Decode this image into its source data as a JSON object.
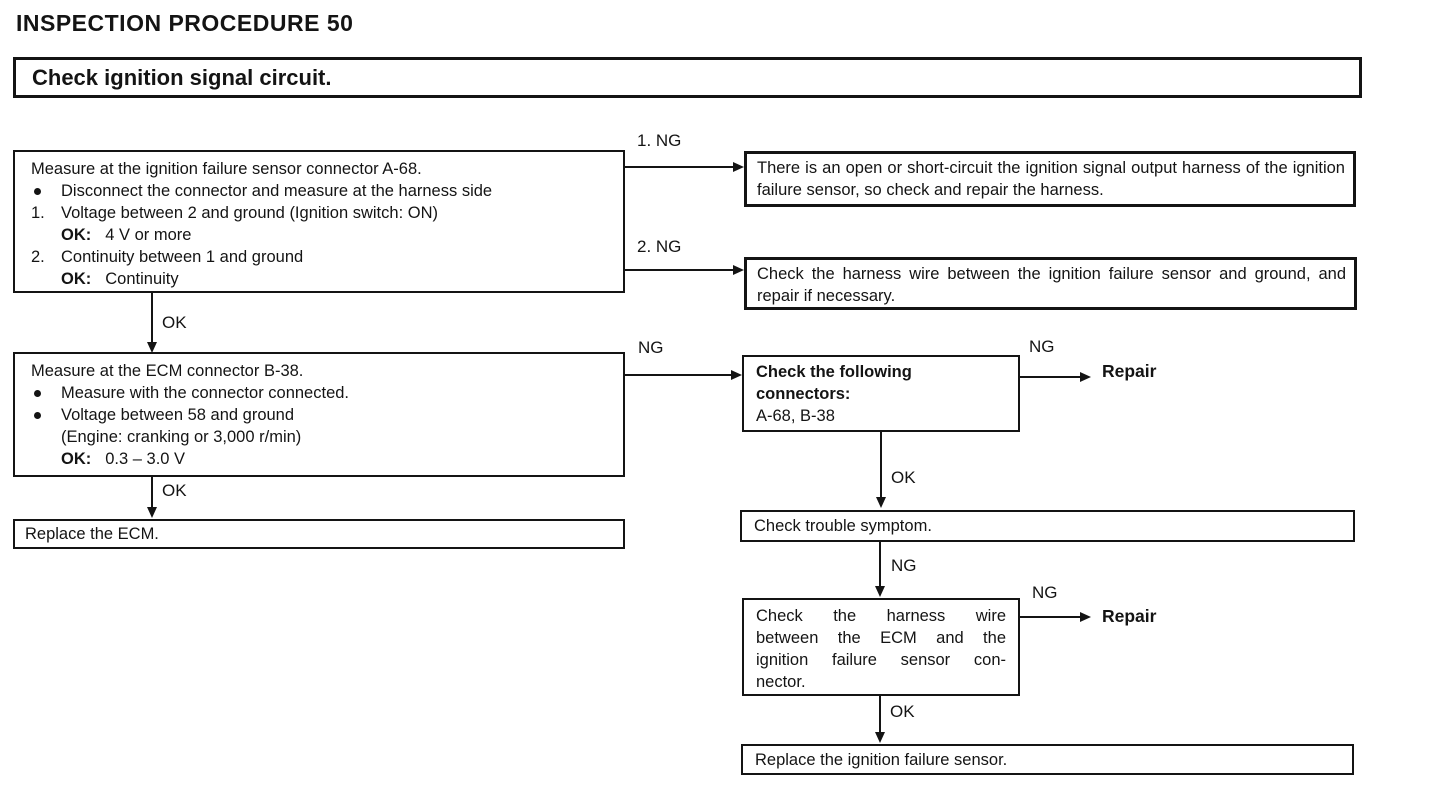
{
  "page": {
    "title": "INSPECTION PROCEDURE 50"
  },
  "header": {
    "text": "Check ignition signal circuit."
  },
  "labels": {
    "ng1": "1. NG",
    "ng2": "2. NG",
    "ng": "NG",
    "ok": "OK",
    "repair": "Repair"
  },
  "step1": {
    "title": "Measure at the ignition failure sensor connector A-68.",
    "bullet1": "Disconnect the connector and measure at the harness side",
    "num1": "1.",
    "item1": "Voltage between 2 and ground (Ignition switch: ON)",
    "ok_label": "OK:",
    "ok1": "4 V or more",
    "num2": "2.",
    "item2": "Continuity between 1 and ground",
    "ok2": "Continuity"
  },
  "step2": {
    "title": "Measure at the ECM connector B-38.",
    "bullet1": "Measure with the connector connected.",
    "bullet2": "Voltage between 58 and ground",
    "cond": "(Engine: cranking or 3,000 r/min)",
    "ok_label": "OK:",
    "ok": "0.3 – 3.0 V"
  },
  "results": {
    "open_short": "There is an open or short-circuit the ignition signal output harness of the ignition failure sensor, so check and repair the harness.",
    "harness_ground": "Check the harness wire between the ignition failure sensor and ground, and repair if necessary.",
    "replace_ecm": "Replace the ECM.",
    "connectors_bold1": "Check the following",
    "connectors_bold2": "connectors:",
    "connectors_list": "A-68, B-38",
    "check_trouble": "Check trouble symptom.",
    "harness_ecm_line1": "Check the harness wire",
    "harness_ecm_line2": "between the ECM and the",
    "harness_ecm_line3": "ignition failure sensor con-",
    "harness_ecm_line4": "nector.",
    "replace_sensor": "Replace the ignition failure sensor."
  }
}
